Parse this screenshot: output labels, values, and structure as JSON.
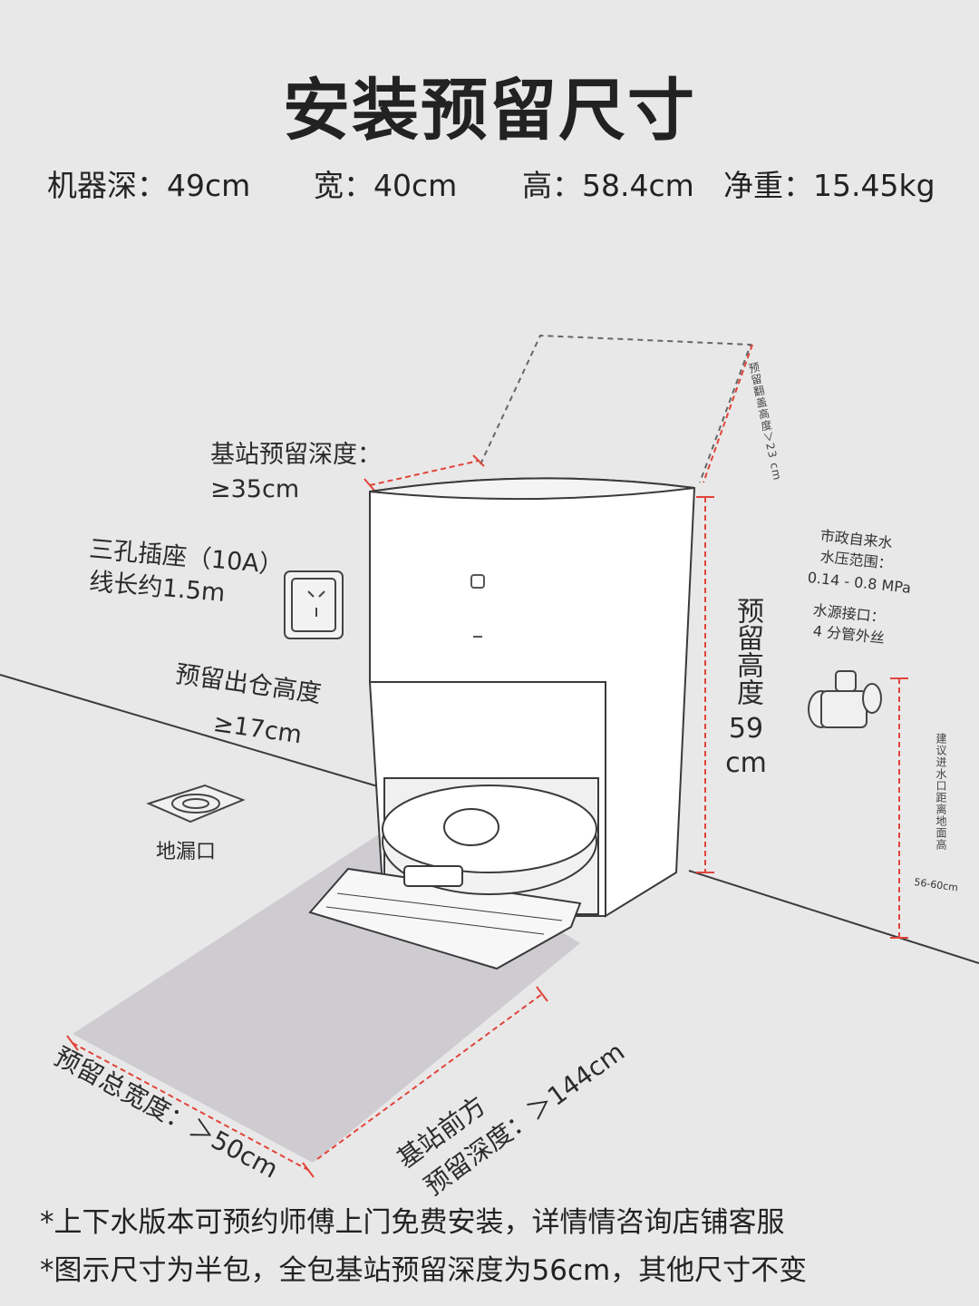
{
  "title": "安装预留尺寸",
  "specs": [
    {
      "label": "机器深：49cm"
    },
    {
      "label": "宽：40cm"
    },
    {
      "label": "高：58.4cm"
    },
    {
      "label": "净重：15.45kg"
    }
  ],
  "labels": {
    "station_depth_title": "基站预留深度：",
    "station_depth_value": "≥35cm",
    "socket_line1": "三孔插座（10A）",
    "socket_line2": "线长约1.5m",
    "exit_height_title": "预留出仓高度",
    "exit_height_value": "≥17cm",
    "floor_drain": "地漏口",
    "reserve_height_chars": "预留高度",
    "reserve_height_num": "59",
    "reserve_height_unit": "cm",
    "lid_clearance": "预留翻盖高度＞23 cm",
    "water_line1": "市政自来水",
    "water_line2": "水压范围：",
    "water_line3": "0.14 - 0.8 MPa",
    "water_line4": "水源接口：",
    "water_line5": "4 分管外丝",
    "inlet_height": "建议进水口距离地面高",
    "inlet_height_value": "56-60cm",
    "total_width": "预留总宽度：＞50cm",
    "front_line1": "基站前方",
    "front_line2": "预留深度：＞144cm"
  },
  "notes": [
    "*上下水版本可预约师傅上门免费安装，详情情咨询店铺客服",
    "*图示尺寸为半包，全包基站预留深度为56cm，其他尺寸不变"
  ],
  "colors": {
    "background": "#e9e8e8",
    "reserve_area": "#cfccd1",
    "dimension_line": "#e0443a",
    "outline": "#3a3a3a"
  },
  "icons": [
    "three-hole-socket-icon",
    "floor-drain-icon",
    "water-valve-icon",
    "mi-logo-icon"
  ]
}
